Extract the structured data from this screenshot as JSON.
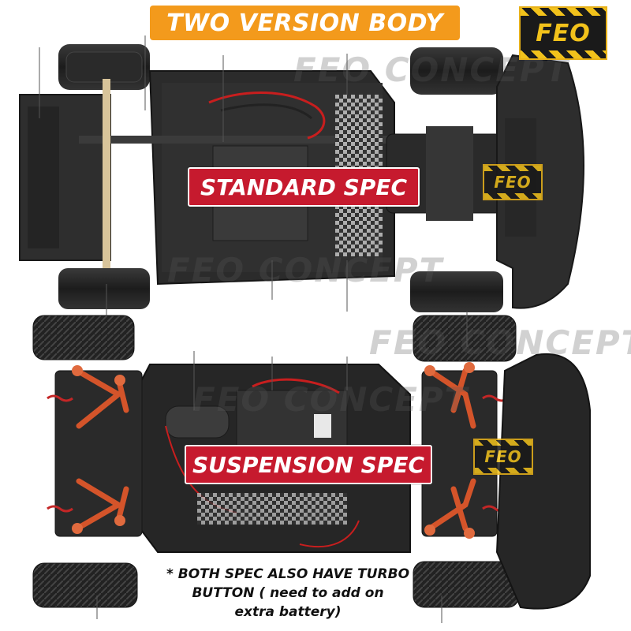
{
  "header": {
    "title": "TWO VERSION BODY"
  },
  "labels": {
    "standard": "STANDARD SPEC",
    "suspension": "SUSPENSION SPEC"
  },
  "note": {
    "line1": "* BOTH SPEC ALSO HAVE TURBO",
    "line2": "BUTTON ( need to add on",
    "line3": "extra battery)"
  },
  "watermark": "FEO CONCEPT",
  "logo": "FEO",
  "colors": {
    "banner": "#f39a1c",
    "label": "#c61a2e",
    "chassis": "#2b2b2b",
    "suspension_arms": "#d4542a",
    "logo_stripes": "#f2c21b"
  }
}
